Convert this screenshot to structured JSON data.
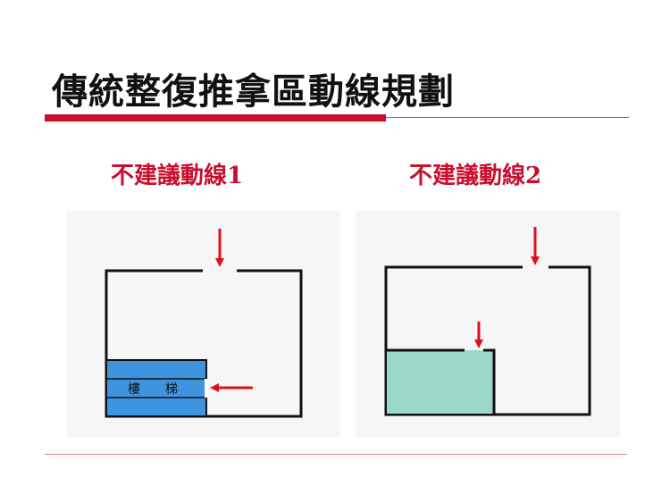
{
  "slide": {
    "title": "傳統整復推拿區動線規劃",
    "subtitle_left": "不建議動線1",
    "subtitle_right": "不建議動線2"
  },
  "diagram_left": {
    "stair_label_1": "樓",
    "stair_label_2": "梯"
  },
  "colors": {
    "accent": "#c8102e",
    "stair_fill": "#3f94e0",
    "area_fill": "#9ad9c9"
  }
}
